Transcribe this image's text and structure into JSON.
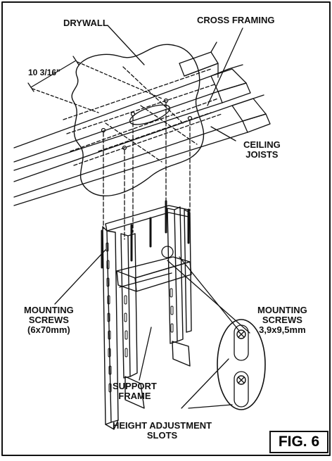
{
  "labels": {
    "drywall": "DRYWALL",
    "cross_framing": "CROSS FRAMING",
    "dimension": "10 3/16\"",
    "ceiling_joists_1": "CEILING",
    "ceiling_joists_2": "JOISTS",
    "mounting_screws_left_1": "MOUNTING",
    "mounting_screws_left_2": "SCREWS",
    "mounting_screws_left_3": "(6x70mm)",
    "mounting_screws_right_1": "MOUNTING",
    "mounting_screws_right_2": "SCREWS",
    "mounting_screws_right_3": "3,9x9,5mm",
    "support_frame_1": "SUPPORT",
    "support_frame_2": "FRAME",
    "height_adjustment_1": "HEIGHT ADJUSTMENT",
    "height_adjustment_2": "SLOTS",
    "figure": "FIG. 6"
  },
  "icons": {
    "screw": "screw-head-icon",
    "slot": "adjustment-slot-icon"
  },
  "colors": {
    "ink": "#111111",
    "paper": "#ffffff"
  }
}
